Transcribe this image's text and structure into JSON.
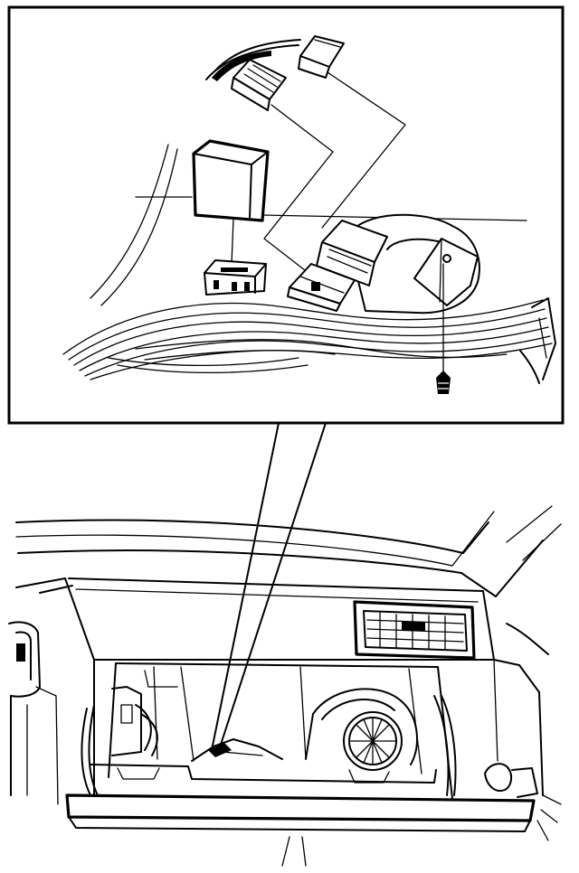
{
  "figure": {
    "colors": {
      "ink": "#000000",
      "paper": "#ffffff"
    },
    "detail_view": {
      "parts": [
        "relay",
        "relay-socket",
        "harness-connector-upper",
        "harness-connector-lower",
        "control-module",
        "mounting-screw",
        "wiring-harness"
      ]
    },
    "vehicle_view": {
      "parts": [
        "dashboard-top",
        "air-vent",
        "glovebox-opening",
        "glovebox-door",
        "blower-fan",
        "steering-column-side"
      ]
    }
  }
}
